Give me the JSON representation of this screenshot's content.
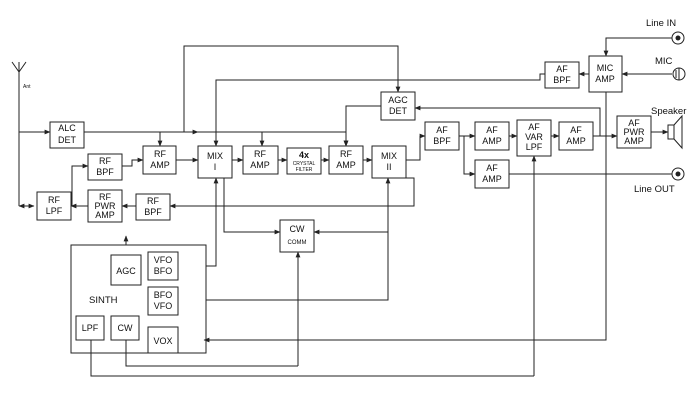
{
  "diagram": {
    "blocks": {
      "alc_det": {
        "lines": [
          "ALC",
          "DET"
        ]
      },
      "rf_bpf_top": {
        "lines": [
          "RF",
          "BPF"
        ]
      },
      "rf_amp_1": {
        "lines": [
          "RF",
          "AMP"
        ]
      },
      "mix_1": {
        "lines": [
          "MIX",
          "I"
        ]
      },
      "rf_amp_2": {
        "lines": [
          "RF",
          "AMP"
        ]
      },
      "crystal_filter": {
        "lines": [
          "4x",
          "CRYSTAL",
          "FILTER"
        ]
      },
      "rf_amp_3": {
        "lines": [
          "RF",
          "AMP"
        ]
      },
      "mix_2": {
        "lines": [
          "MIX",
          "II"
        ]
      },
      "agc_det": {
        "lines": [
          "AGC",
          "DET"
        ]
      },
      "af_bpf_mic": {
        "lines": [
          "AF",
          "BPF"
        ]
      },
      "mic_amp": {
        "lines": [
          "MIC",
          "AMP"
        ]
      },
      "af_bpf": {
        "lines": [
          "AF",
          "BPF"
        ]
      },
      "af_amp_1": {
        "lines": [
          "AF",
          "AMP"
        ]
      },
      "af_var_lpf": {
        "lines": [
          "AF",
          "VAR",
          "LPF"
        ]
      },
      "af_amp_2": {
        "lines": [
          "AF",
          "AMP"
        ]
      },
      "af_pwr_amp": {
        "lines": [
          "AF",
          "PWR",
          "AMP"
        ]
      },
      "af_amp_out": {
        "lines": [
          "AF",
          "AMP"
        ]
      },
      "rf_lpf": {
        "lines": [
          "RF",
          "LPF"
        ]
      },
      "rf_pwr_amp": {
        "lines": [
          "RF",
          "PWR",
          "AMP"
        ]
      },
      "rf_bpf_bottom": {
        "lines": [
          "RF",
          "BPF"
        ]
      },
      "cw_comm": {
        "lines": [
          "CW",
          "COMM"
        ]
      },
      "agc": {
        "lines": [
          "AGC"
        ]
      },
      "vfo_bfo": {
        "lines": [
          "VFO",
          "BFO"
        ]
      },
      "bfo_vfo": {
        "lines": [
          "BFO",
          "VFO"
        ]
      },
      "lpf": {
        "lines": [
          "LPF"
        ]
      },
      "cw": {
        "lines": [
          "CW"
        ]
      },
      "vox": {
        "lines": [
          "VOX"
        ]
      }
    },
    "labels": {
      "sinth": "SINTH",
      "line_in": "Line IN",
      "mic": "MIC",
      "speaker": "Speaker",
      "line_out": "Line OUT",
      "ant": "Ant"
    }
  }
}
